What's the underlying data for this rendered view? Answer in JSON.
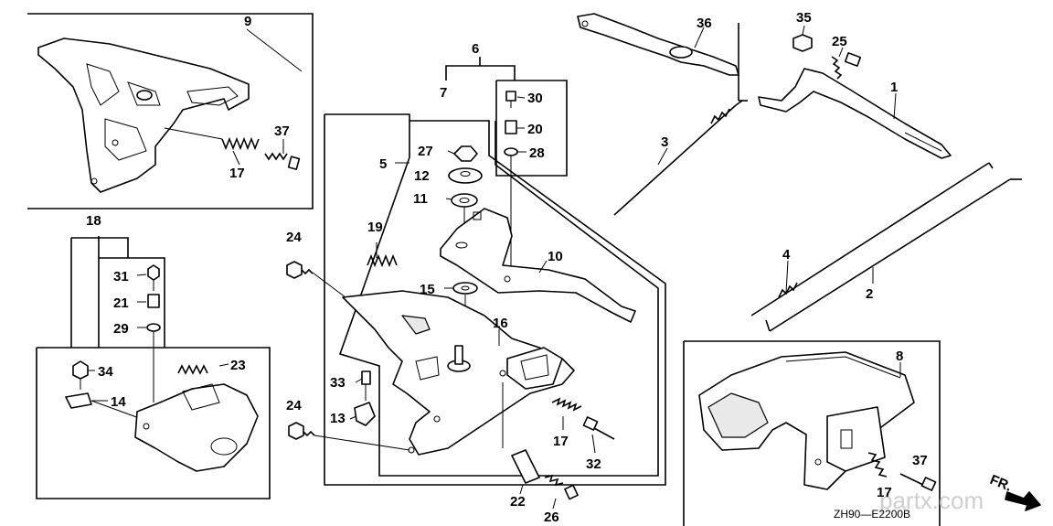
{
  "diagram_code": "ZH90—E2200B",
  "watermark": "partx.com",
  "direction_label": "FR.",
  "callouts": {
    "n1": "1",
    "n2": "2",
    "n3": "3",
    "n4": "4",
    "n5": "5",
    "n6": "6",
    "n7": "7",
    "n8": "8",
    "n9": "9",
    "n10": "10",
    "n11": "11",
    "n12": "12",
    "n13": "13",
    "n14": "14",
    "n15": "15",
    "n16": "16",
    "n17": "17",
    "n18": "18",
    "n19": "19",
    "n20": "20",
    "n21": "21",
    "n22": "22",
    "n23": "23",
    "n24": "24",
    "n25": "25",
    "n26": "26",
    "n27": "27",
    "n28": "28",
    "n29": "29",
    "n30": "30",
    "n31": "31",
    "n32": "32",
    "n33": "33",
    "n34": "34",
    "n35": "35",
    "n36": "36",
    "n37": "37"
  }
}
